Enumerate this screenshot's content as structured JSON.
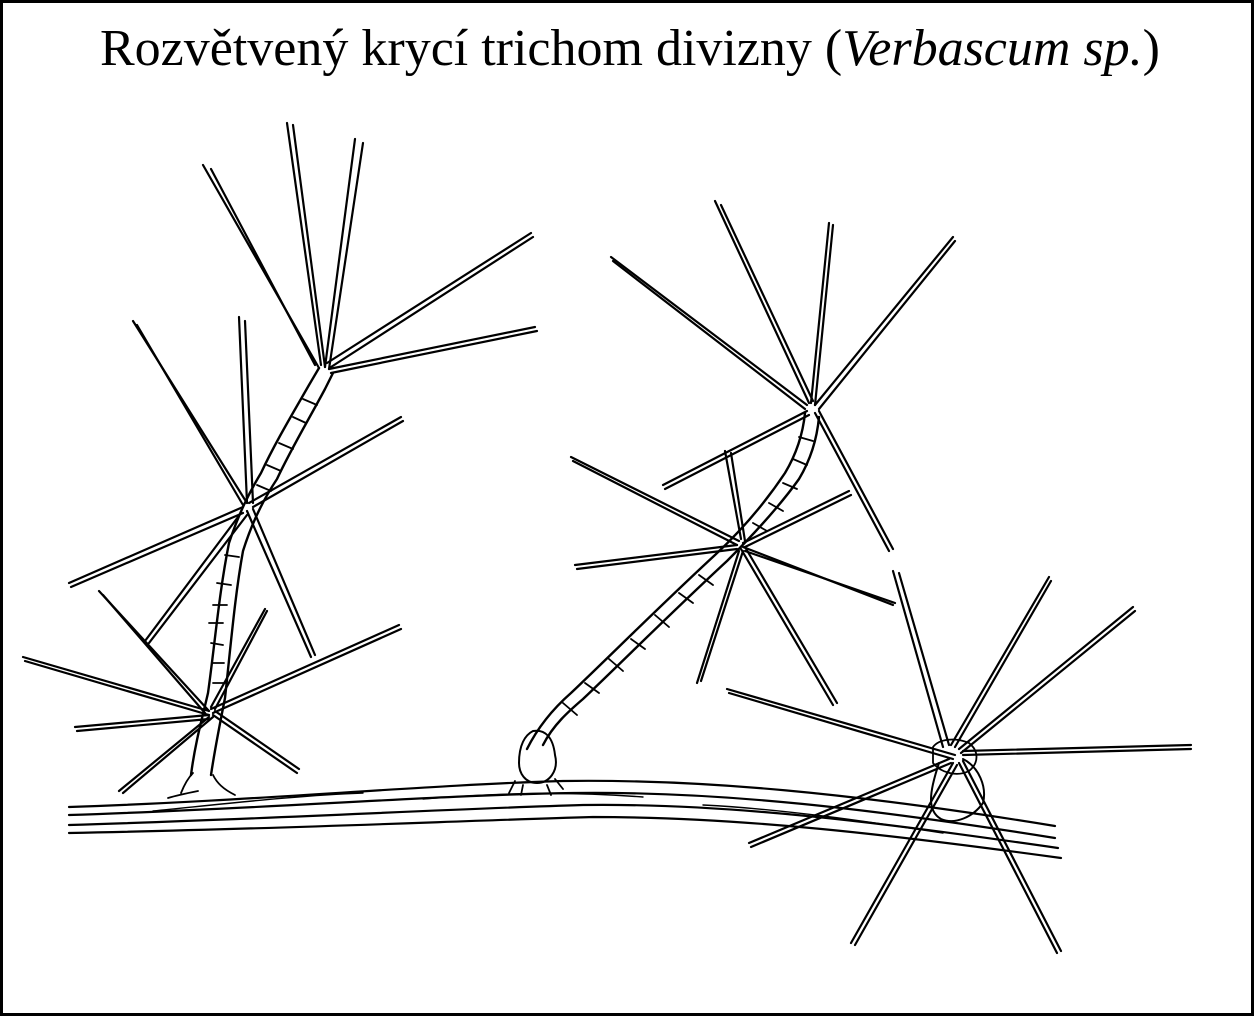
{
  "title": {
    "prefix": "Rozvětvený krycí trichom divizny (",
    "species": "Verbascum sp.",
    "suffix": ")"
  },
  "colors": {
    "ink": "#000000",
    "paper": "#ffffff"
  },
  "figure": {
    "kind": "pen-and-ink botanical drawing",
    "subject": "branched candelabra covering trichome on leaf epidermis",
    "trichome_count": 3
  }
}
